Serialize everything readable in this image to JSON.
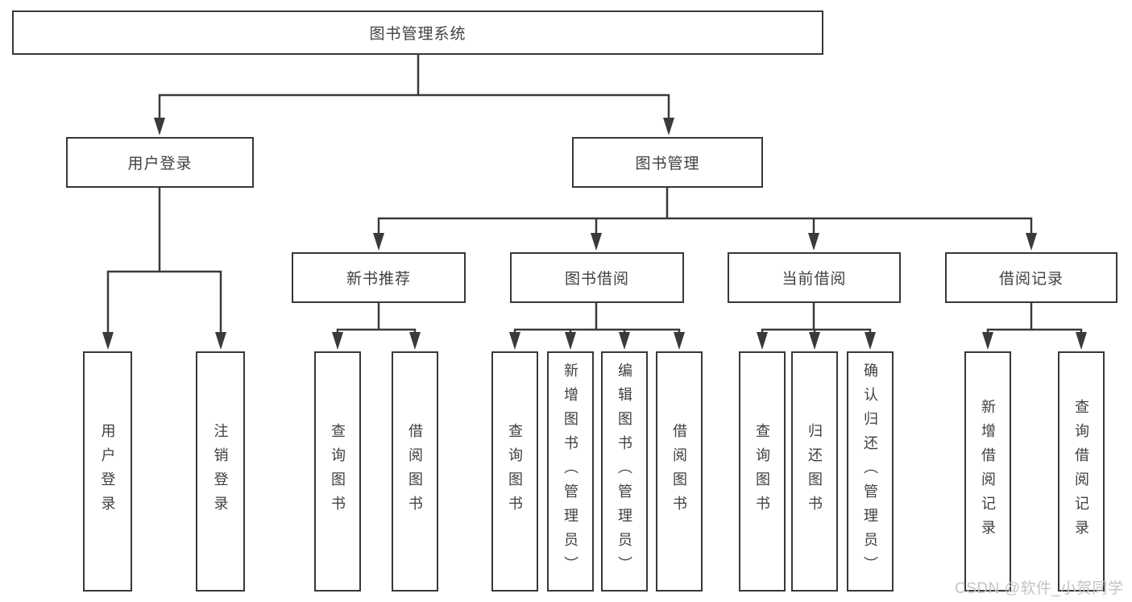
{
  "diagram": {
    "title": "图书管理系统",
    "level2": {
      "user_login": "用户登录",
      "book_mgmt": "图书管理"
    },
    "level3": {
      "new_book_rec": "新书推荐",
      "book_borrow": "图书借阅",
      "current_borrow": "当前借阅",
      "borrow_record": "借阅记录"
    },
    "leaves": {
      "login": "用户登录",
      "logout": "注销登录",
      "rec_query_book": "查询图书",
      "rec_borrow_book": "借阅图书",
      "bb_query_book": "查询图书",
      "bb_add_book_admin": "新增图书（管理员）",
      "bb_edit_book_admin": "编辑图书（管理员）",
      "bb_borrow_book": "借阅图书",
      "cb_query_book": "查询图书",
      "cb_return_book": "归还图书",
      "cb_confirm_return_admin": "确认归还（管理员）",
      "br_add_record": "新增借阅记录",
      "br_query_record": "查询借阅记录"
    },
    "watermark": "CSDN @软件_小贺同学",
    "colors": {
      "line": "#3a3a3a",
      "border": "#383838",
      "text": "#404040",
      "watermark": "#c3c3c3"
    }
  }
}
